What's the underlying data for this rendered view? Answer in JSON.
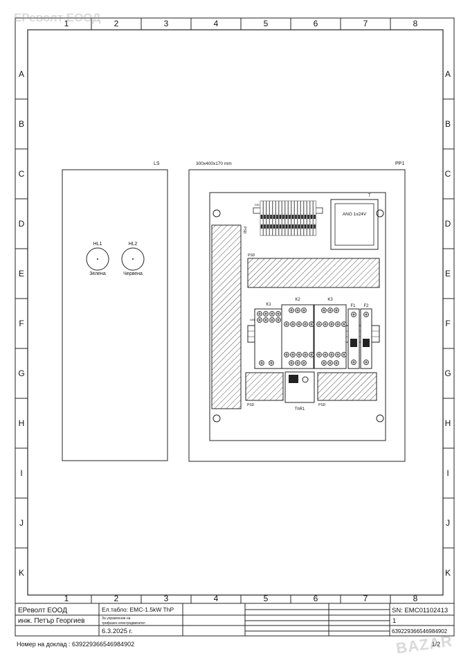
{
  "watermark": "ЕРеволт ЕООД",
  "columns": [
    "1",
    "2",
    "3",
    "4",
    "5",
    "6",
    "7",
    "8"
  ],
  "rows": [
    "A",
    "B",
    "C",
    "D",
    "E",
    "F",
    "G",
    "H",
    "I",
    "J",
    "K"
  ],
  "ls": {
    "label": "LS"
  },
  "pp1": {
    "label": "PP1",
    "dimensions": "300x400x170 mm"
  },
  "lamps": [
    {
      "id": "HL1",
      "color_label": "Зелена"
    },
    {
      "id": "HL2",
      "color_label": "Червена"
    }
  ],
  "components": {
    "psd_vertical": "PSD",
    "psd_upper": "PSD",
    "psd_lower_left": "PSD",
    "psd_lower_right": "PSD",
    "transformer_tag": "T",
    "transformer_label": "ANG 1x24V",
    "din_upper": "DIN",
    "din_lower": "DIN",
    "k1": "K1",
    "k2": "K2",
    "k3": "K3",
    "f1": "F1",
    "f2": "F2",
    "thr1": "ThR1"
  },
  "title_block": {
    "company": "ЕРеволт ЕООД",
    "engineer": "инж. Петър Георгиев",
    "drawing_title": "Ел.табло: EMC-1.5kW ThP",
    "drawing_desc_line1": "За управление на",
    "drawing_desc_line2": "трифазен електродвигател",
    "date": "6.3.2025 г.",
    "serial": "SN: EMC01102413",
    "sheet": "1",
    "code": "639229366546984902"
  },
  "footer": {
    "report": "Номер на доклад : 639229366546984902",
    "page": "1/2",
    "brand": "BAZAR"
  }
}
